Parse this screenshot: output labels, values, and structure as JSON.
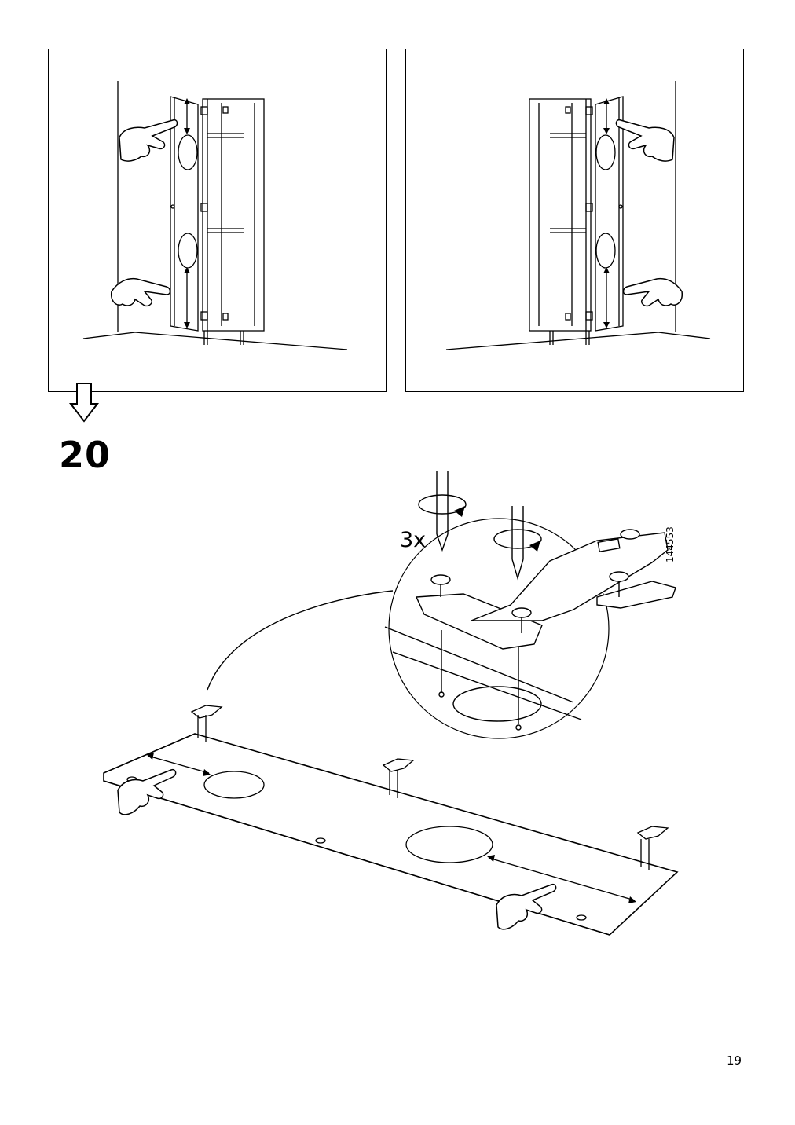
{
  "step": {
    "number": "20",
    "multiplier": "3x"
  },
  "part_number": "144553",
  "page_number": "19",
  "icons": {
    "flow_arrow": "down-arrow-icon",
    "hand": "pointing-hand-icon",
    "screwdriver": "screwdriver-icon",
    "rotation": "clockwise-rotation-icon",
    "hinge": "hinge-icon"
  },
  "colors": {
    "ink": "#000000",
    "paper": "#ffffff"
  }
}
